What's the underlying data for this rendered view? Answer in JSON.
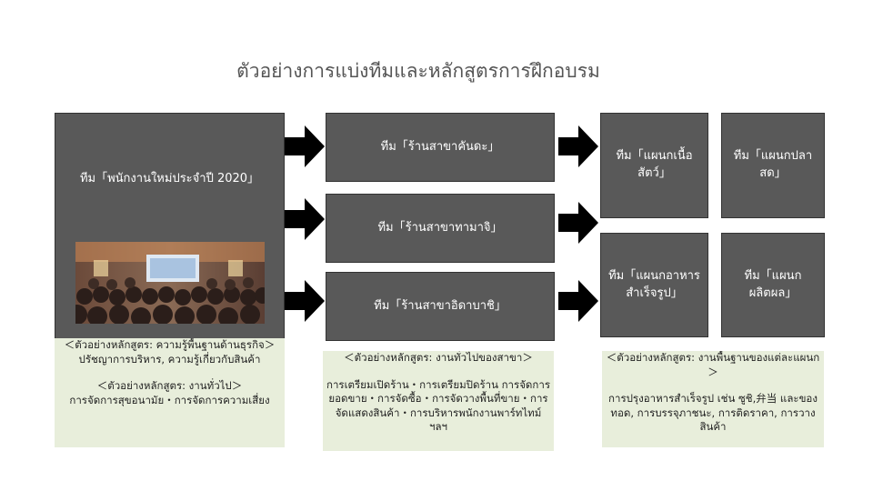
{
  "title": "ตัวอย่างการแบ่งทีมและหลักสูตรการฝึกอบรม",
  "teams": {
    "new_staff": "ทีม「พนักงานใหม่ประจำปี 2020」",
    "branch_kanda": "ทีม「ร้านสาขาคันดะ」",
    "branch_takamachi": "ทีม「ร้านสาขาทามาจิ」",
    "branch_idabashi": "ทีม「ร้านสาขาอิดาบาชิ」",
    "dept_meat": "ทีม「แผนกเนื้อสัตว์」",
    "dept_fish": "ทีม「แผนกปลาสด」",
    "dept_ready": "ทีม「แผนกอาหารสำเร็จรูป」",
    "dept_produce": "ทีม「แผนกผลิตผล」"
  },
  "notes": {
    "left": {
      "h1": "＜ตัวอย่างหลักสูตร: ความรู้พื้นฐานด้านธุรกิจ＞",
      "b1": "ปรัชญาการบริหาร, ความรู้เกี่ยวกับสินค้า",
      "h2": "＜ตัวอย่างหลักสูตร: งานทั่วไป＞",
      "b2": "การจัดการสุขอนามัย・การจัดการความเสี่ยง"
    },
    "middle": {
      "h1": "＜ตัวอย่างหลักสูตร: งานทั่วไปของสาขา＞",
      "b1": "การเตรียมเปิดร้าน・การเตรียมปิดร้าน การจัดการยอดขาย・การจัดซื้อ・การจัดวางพื้นที่ขาย・การจัดแสดงสินค้า・การบริหารพนักงานพาร์ทไทม์ ฯลฯ"
    },
    "right": {
      "h1": "＜ตัวอย่างหลักสูตร: งานพื้นฐานของแต่ละแผนก＞",
      "b1": "การปรุงอาหารสำเร็จรูป เช่น ซูชิ,弁当 และของทอด, การบรรจุภาชนะ, การติดราคา, การวางสินค้า"
    }
  },
  "colors": {
    "box_fill": "#595959",
    "note_fill": "#e8eedb",
    "arrow": "#000000"
  }
}
